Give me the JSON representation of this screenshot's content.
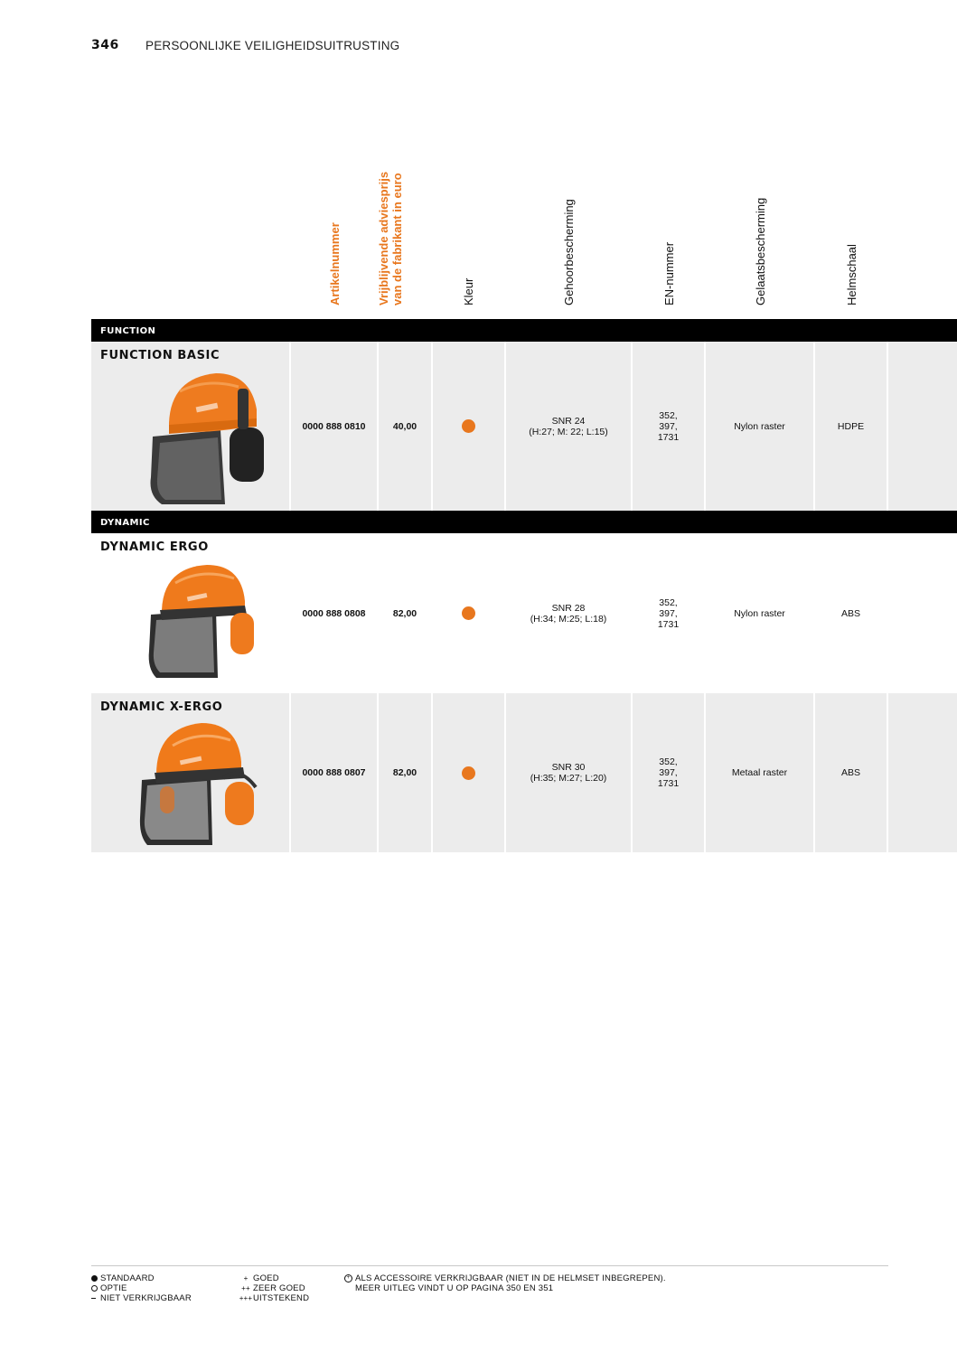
{
  "page": {
    "number": "346",
    "section": "PERSOONLIJKE VEILIGHEIDSUITRUSTING"
  },
  "columns": {
    "artikelnummer": "Artikelnummer",
    "price_line1": "Vrijblijvende adviesprijs",
    "price_line2": "van de fabrikant in euro",
    "kleur": "Kleur",
    "gehoor": "Gehoorbescherming",
    "en": "EN-nummer",
    "gelaat": "Gelaatsbescherming",
    "helmschaal": "Helmschaal"
  },
  "groups": [
    {
      "label": "FUNCTION",
      "products": [
        {
          "name": "FUNCTION BASIC",
          "artikelnummer": "0000 888 0810",
          "price": "40,00",
          "color_hex": "#e8771e",
          "snr": "SNR 24",
          "snr_detail": "(H:27; M: 22; L:15)",
          "en_line1": "352,",
          "en_line2": "397,",
          "en_line3": "1731",
          "face": "Nylon raster",
          "shell": "HDPE",
          "image": "helmet-function-basic"
        }
      ]
    },
    {
      "label": "DYNAMIC",
      "products": [
        {
          "name": "DYNAMIC ERGO",
          "artikelnummer": "0000 888 0808",
          "price": "82,00",
          "color_hex": "#e8771e",
          "snr": "SNR 28",
          "snr_detail": "(H:34; M:25; L:18)",
          "en_line1": "352,",
          "en_line2": "397,",
          "en_line3": "1731",
          "face": "Nylon raster",
          "shell": "ABS",
          "image": "helmet-dynamic-ergo"
        },
        {
          "name": "DYNAMIC X-ERGO",
          "artikelnummer": "0000 888 0807",
          "price": "82,00",
          "color_hex": "#e8771e",
          "snr": "SNR 30",
          "snr_detail": "(H:35; M:27; L:20)",
          "en_line1": "352,",
          "en_line2": "397,",
          "en_line3": "1731",
          "face": "Metaal raster",
          "shell": "ABS",
          "image": "helmet-dynamic-x-ergo"
        }
      ]
    }
  ],
  "legend": {
    "standaard": "STANDAARD",
    "optie": "OPTIE",
    "niet": "NIET VERKRIJGBAAR",
    "goed_sym": "+",
    "goed": "GOED",
    "zeer_sym": "++",
    "zeer": "ZEER GOED",
    "uit_sym": "+++",
    "uit": "UITSTEKEND",
    "note_line1": "ALS ACCESSOIRE VERKRIJGBAAR (NIET IN DE HELMSET INBEGREPEN).",
    "note_line2": "MEER UITLEG VINDT U OP PAGINA 350 EN 351"
  },
  "colors": {
    "accent": "#e8771e",
    "group_bar": "#000000",
    "row_shade": "#ececec"
  }
}
